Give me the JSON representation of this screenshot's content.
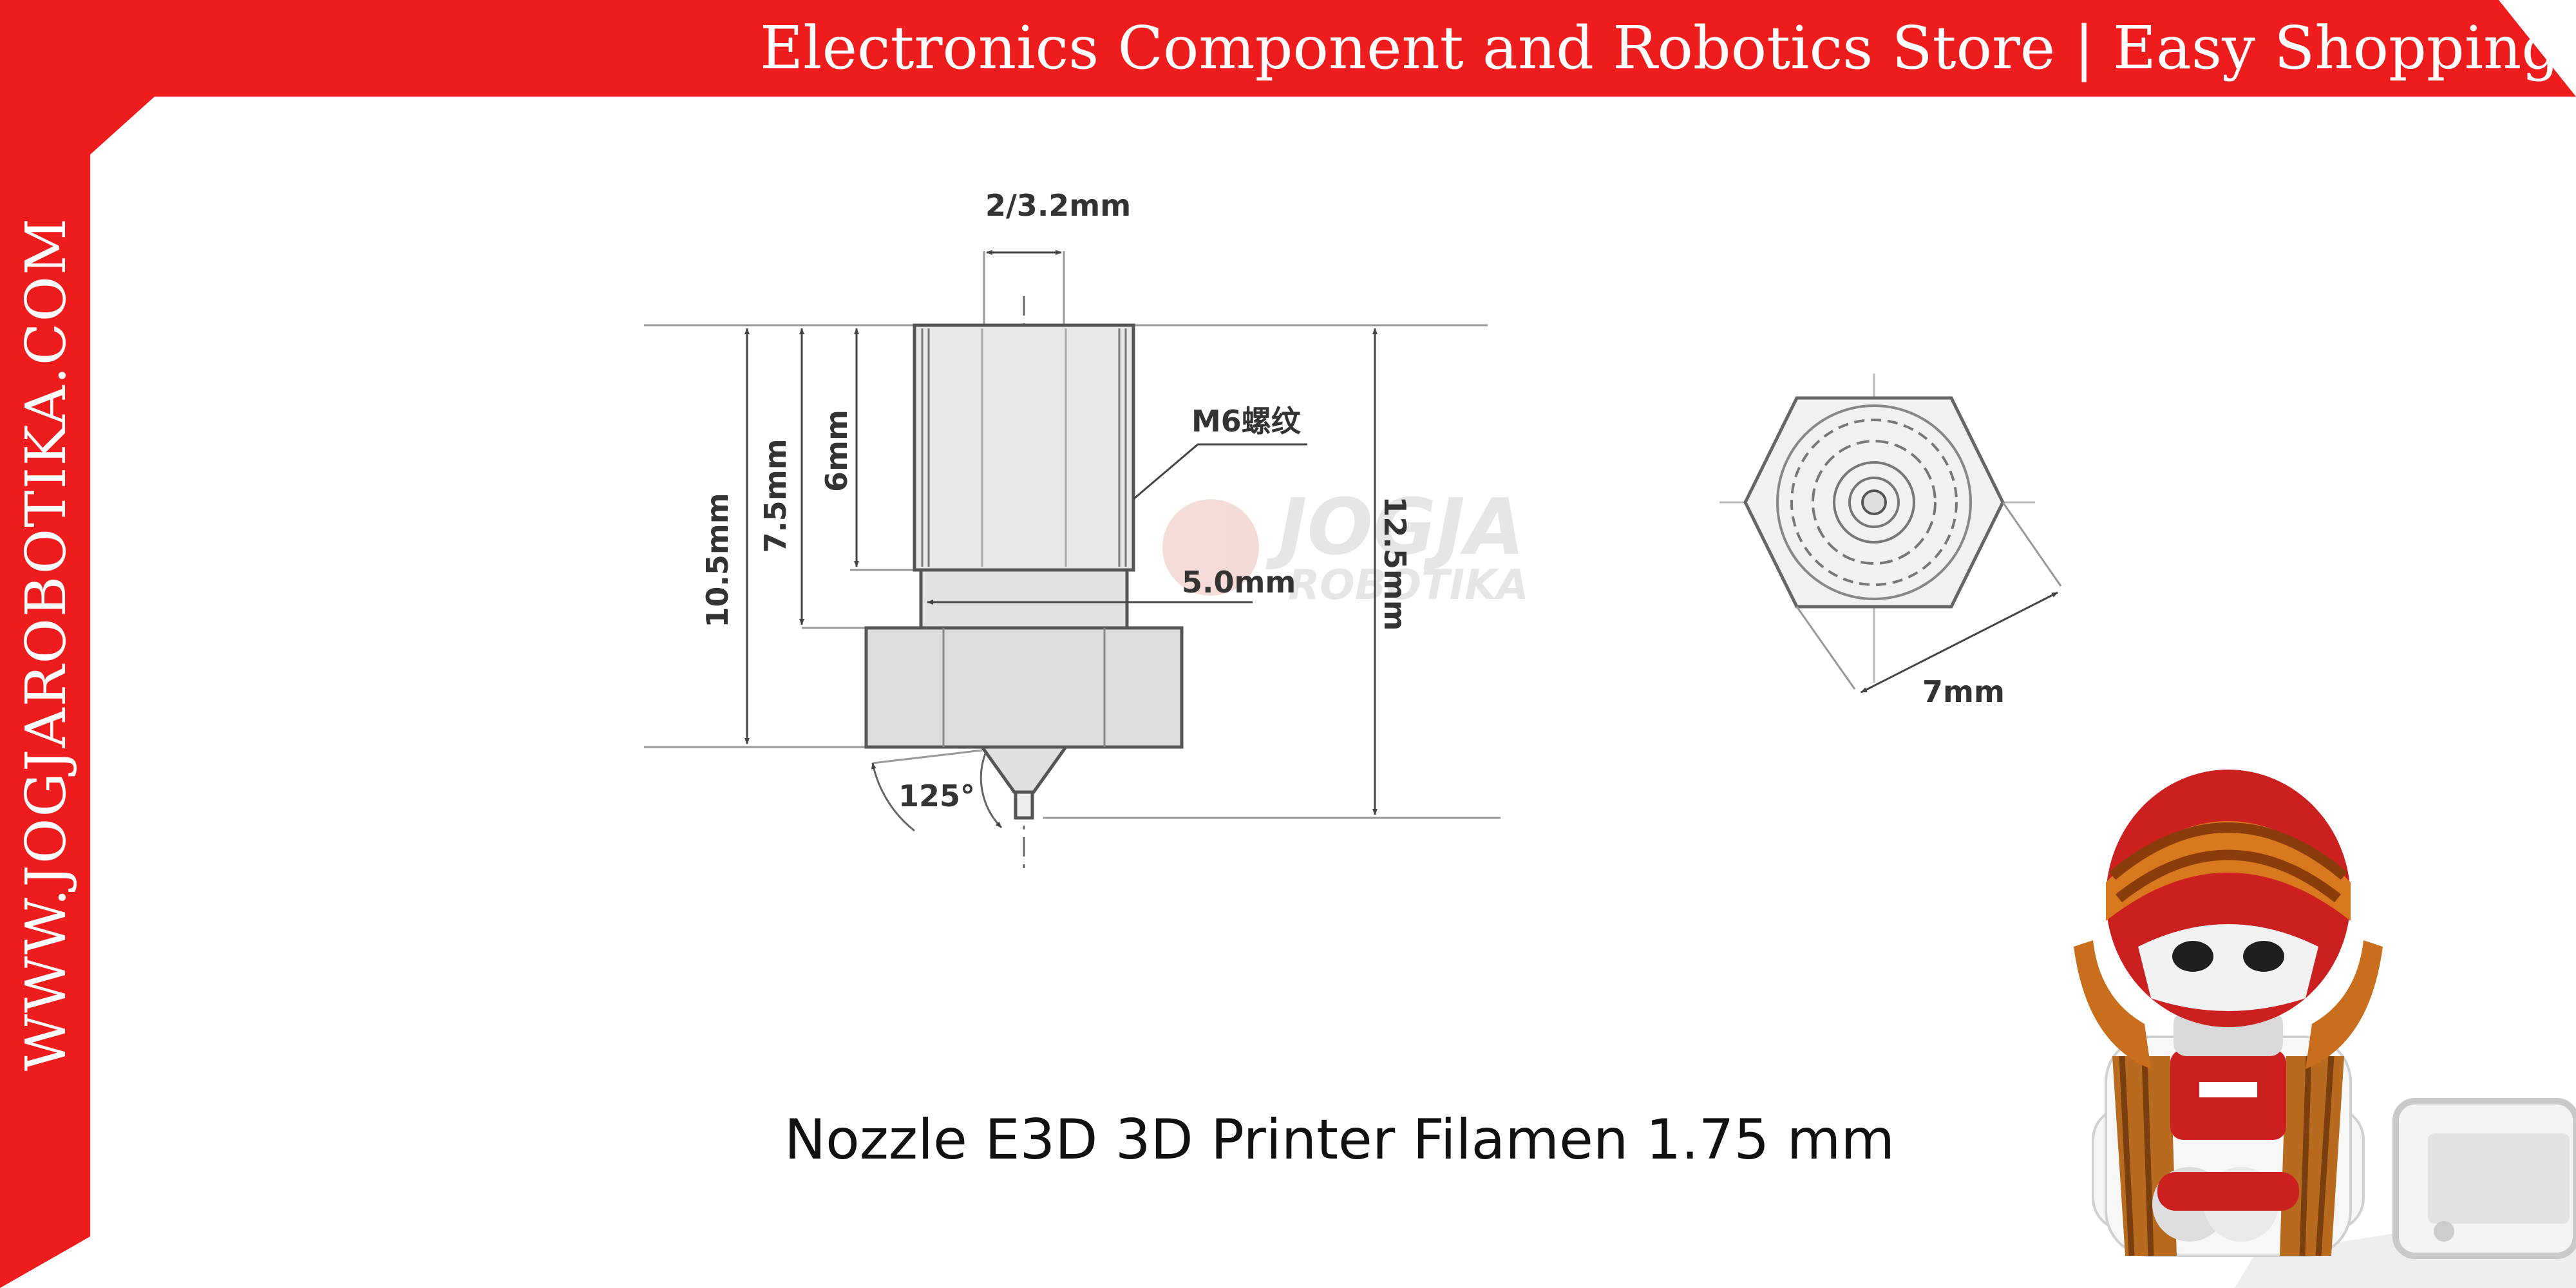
{
  "header": {
    "store_title": "Electronics Component and Robotics Store | Easy Shopping",
    "side_url": "WWW.JOGJAROBOTIKA.COM",
    "brand_red": "#ee1c1c"
  },
  "watermark": {
    "line1": "JOGJA",
    "line2": "ROBOTIKA"
  },
  "diagram": {
    "dim_filament": "2/3.2mm",
    "dim_thread": "M6螺纹",
    "dim_6mm": "6mm",
    "dim_7_5mm": "7.5mm",
    "dim_10_5mm": "10.5mm",
    "dim_12_5mm": "12.5mm",
    "dim_5mm": "5.0mm",
    "dim_angle": "125°",
    "dim_hex": "7mm"
  },
  "product": {
    "title": "Nozzle E3D 3D Printer Filamen 1.75 mm"
  },
  "icons": [
    "robot-mascot-icon",
    "hex-nut-icon"
  ]
}
